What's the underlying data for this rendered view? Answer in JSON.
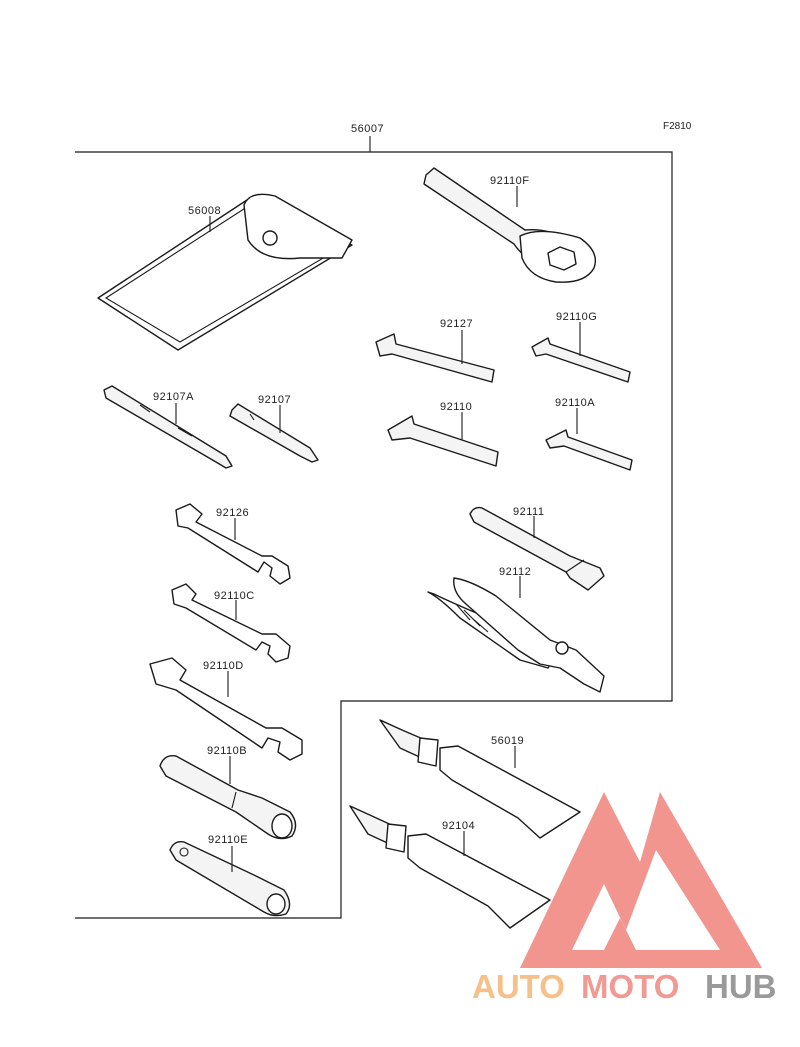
{
  "figure_code": "F2810",
  "assembly": {
    "part_number": "56007"
  },
  "parts": [
    {
      "id": "pouch",
      "part_number": "56008"
    },
    {
      "id": "box-wrench",
      "part_number": "92110F"
    },
    {
      "id": "hex-wrench-1",
      "part_number": "92127"
    },
    {
      "id": "hex-wrench-2",
      "part_number": "92110G"
    },
    {
      "id": "hex-wrench-3",
      "part_number": "92110"
    },
    {
      "id": "hex-wrench-4",
      "part_number": "92110A"
    },
    {
      "id": "screwdriver-grip",
      "part_number": "92107A"
    },
    {
      "id": "screwdriver-bit",
      "part_number": "92107"
    },
    {
      "id": "open-wrench-1",
      "part_number": "92126"
    },
    {
      "id": "open-wrench-2",
      "part_number": "92110C"
    },
    {
      "id": "open-wrench-3",
      "part_number": "92110D"
    },
    {
      "id": "extension-bar",
      "part_number": "92111"
    },
    {
      "id": "pliers",
      "part_number": "92112"
    },
    {
      "id": "socket-wrench-1",
      "part_number": "92110B"
    },
    {
      "id": "socket-wrench-2",
      "part_number": "92110E"
    },
    {
      "id": "grease-tube-1",
      "part_number": "56019"
    },
    {
      "id": "grease-tube-2",
      "part_number": "92104"
    }
  ],
  "watermark": {
    "words": [
      "AUTO",
      "MOTO",
      "HUB"
    ],
    "colors": {
      "auto": "#f5c089",
      "moto": "#f19a94",
      "hub": "#9a9a9a",
      "triangle": "#f08a82"
    }
  }
}
